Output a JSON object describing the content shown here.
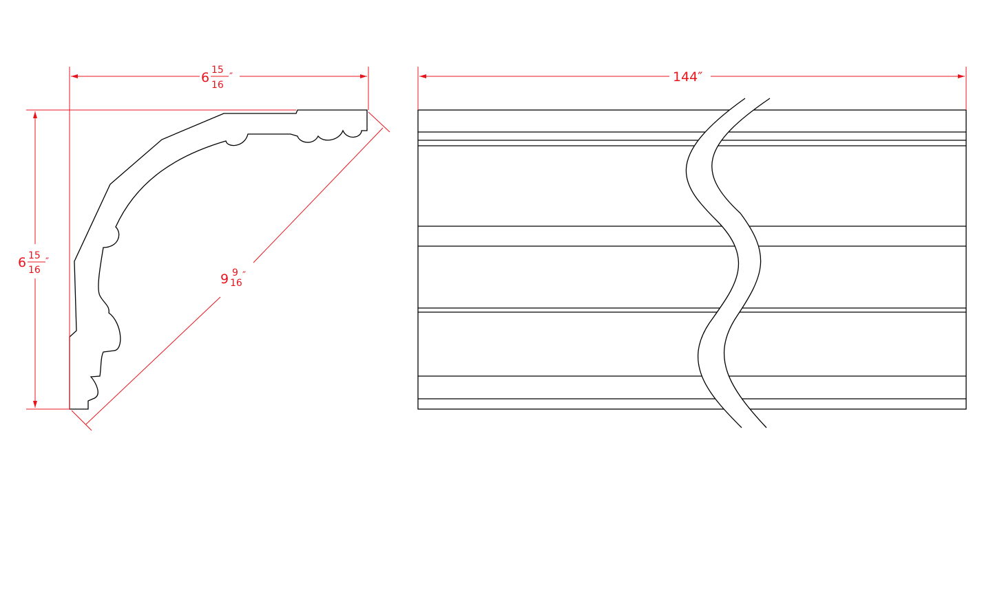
{
  "colors": {
    "dimension": "#e8141c",
    "outline": "#000000"
  },
  "profile_view": {
    "width_dim": {
      "whole": "6",
      "num": "15",
      "den": "16",
      "unit": "″"
    },
    "height_dim": {
      "whole": "6",
      "num": "15",
      "den": "16",
      "unit": "″"
    },
    "diagonal_dim": {
      "whole": "9",
      "num": "9",
      "den": "16",
      "unit": "″"
    }
  },
  "length_view": {
    "length_dim": "144″"
  }
}
